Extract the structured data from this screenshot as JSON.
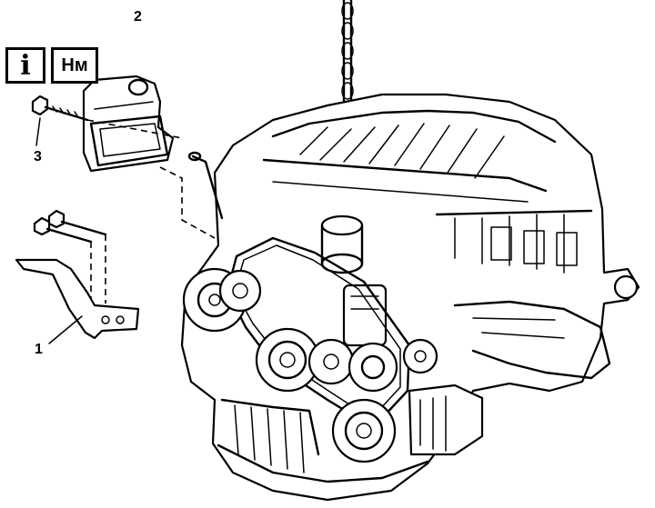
{
  "badges": {
    "info": "i",
    "torque": "Нм"
  },
  "callouts": {
    "part_1": "1",
    "part_2": "2",
    "part_3": "3"
  },
  "icons": [
    "info-icon",
    "torque-nm-icon",
    "lifting-chain-icon"
  ]
}
